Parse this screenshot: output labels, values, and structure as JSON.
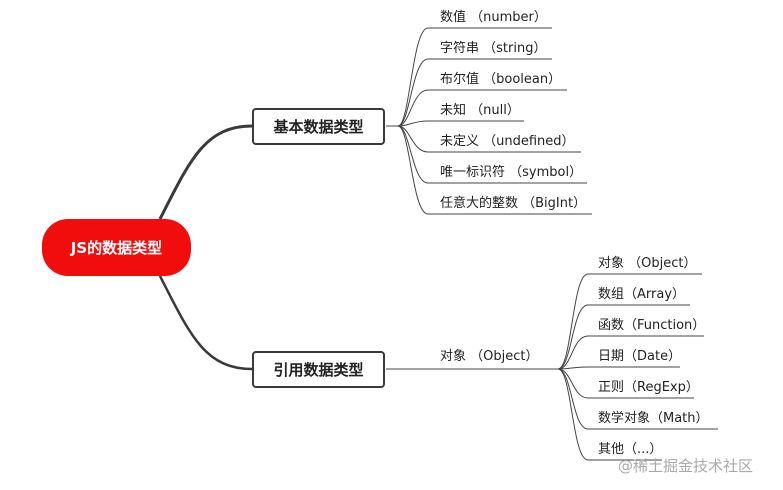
{
  "root": {
    "label": "JS的数据类型"
  },
  "primitive": {
    "label": "基本数据类型",
    "items": [
      "数值 （number）",
      "字符串 （string）",
      "布尔值 （boolean）",
      "未知 （null）",
      "未定义 （undefined）",
      "唯一标识符 （symbol）",
      "任意大的整数 （BigInt）"
    ]
  },
  "reference": {
    "label": "引用数据类型",
    "object_label": "对象 （Object）",
    "items": [
      "对象 （Object）",
      "数组（Array）",
      "函数（Function）",
      "日期（Date）",
      "正则（RegExp）",
      "数学对象（Math）",
      "其他（...）"
    ]
  },
  "watermark": "@稀土掘金技术社区"
}
